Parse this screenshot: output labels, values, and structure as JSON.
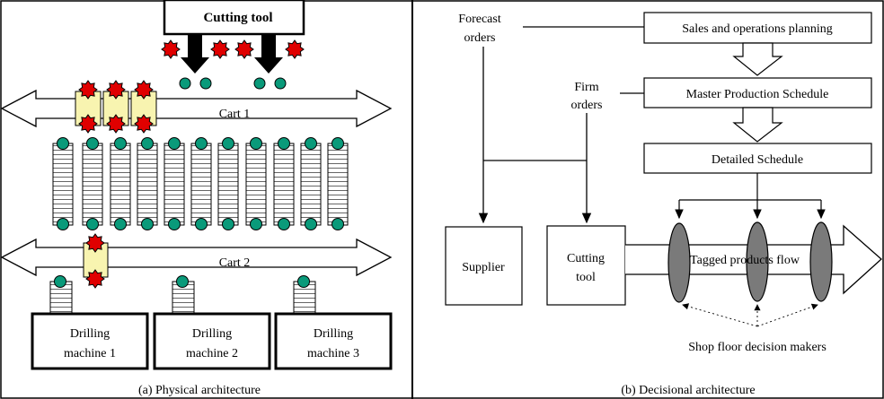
{
  "physical": {
    "cutting_tool": "Cutting tool",
    "cart1": "Cart 1",
    "cart2": "Cart 2",
    "machines": [
      {
        "line1": "Drilling",
        "line2": "machine 1"
      },
      {
        "line1": "Drilling",
        "line2": "machine 2"
      },
      {
        "line1": "Drilling",
        "line2": "machine 3"
      }
    ],
    "caption": "(a) Physical architecture"
  },
  "decisional": {
    "forecast_line1": "Forecast",
    "forecast_line2": "orders",
    "firm_line1": "Firm",
    "firm_line2": "orders",
    "sop": "Sales and operations planning",
    "mps": "Master Production Schedule",
    "detailed": "Detailed Schedule",
    "supplier": "Supplier",
    "cutting_line1": "Cutting",
    "cutting_line2": "tool",
    "flow": "Tagged products flow",
    "decision_makers": "Shop floor decision makers",
    "caption": "(b) Decisional architecture"
  },
  "colors": {
    "star_fill": "#e00000",
    "pallet_fill": "#f8f4b0",
    "token_fill": "#0a9a7a",
    "ellipse_fill": "#7a7a7a"
  }
}
